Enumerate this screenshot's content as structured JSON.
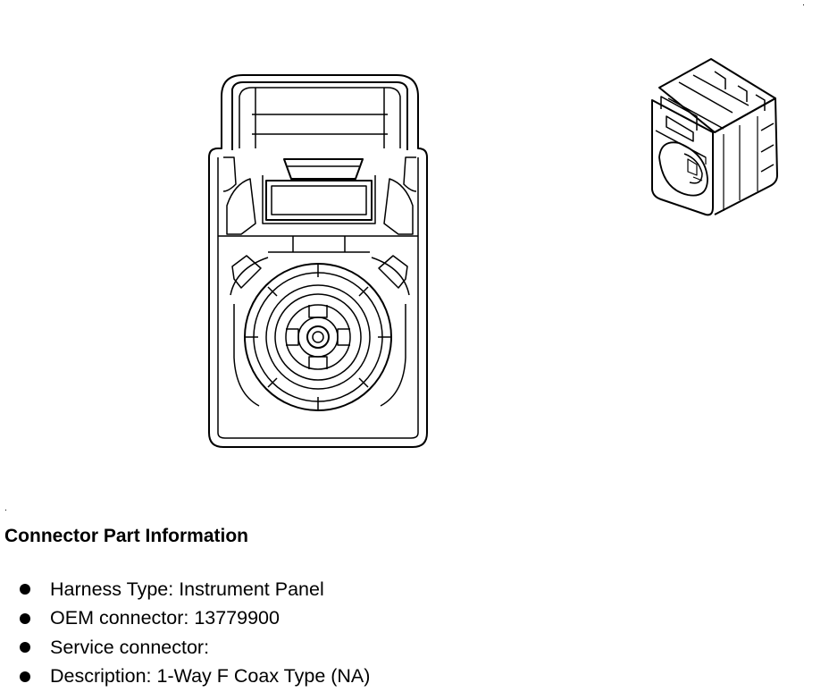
{
  "section": {
    "heading": "Connector Part Information"
  },
  "info_items": [
    {
      "label": "Harness Type: Instrument Panel"
    },
    {
      "label": "OEM connector: 13779900"
    },
    {
      "label": "Service connector:"
    },
    {
      "label": "Description: 1-Way F Coax Type (NA)"
    }
  ],
  "icons": {
    "front_view": "coax-connector-front-view-illustration",
    "iso_view": "coax-connector-isometric-view-illustration",
    "bullet": "bullet-dot-icon"
  }
}
